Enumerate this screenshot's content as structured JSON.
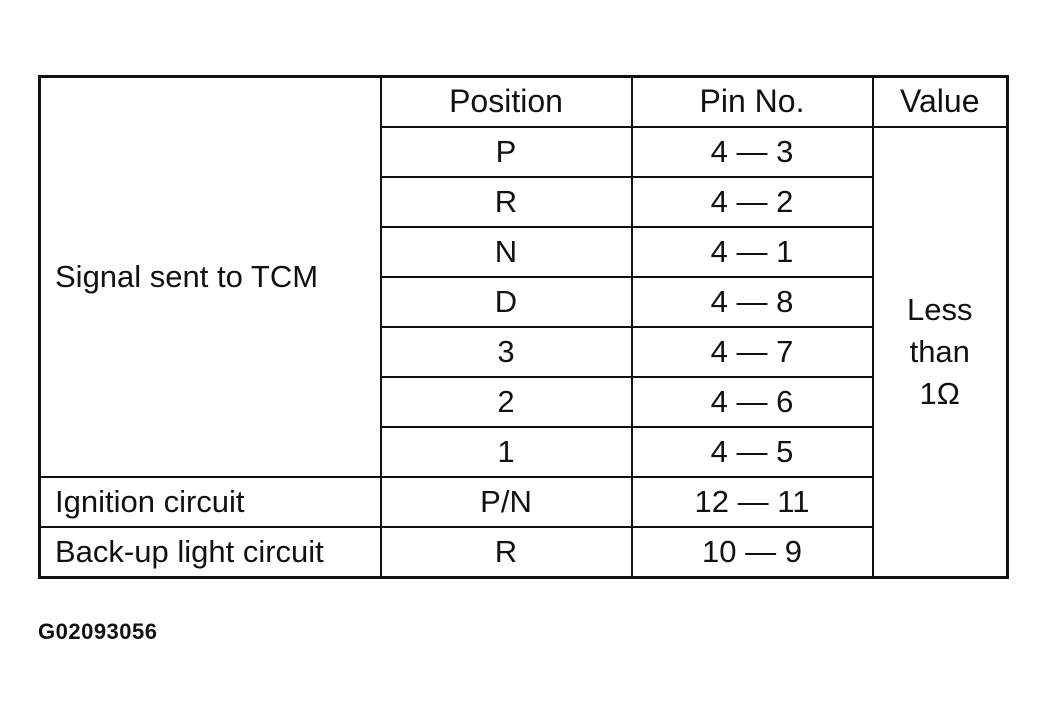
{
  "table": {
    "headers": {
      "position": "Position",
      "pin": "Pin No.",
      "value": "Value"
    },
    "signal_label": "Signal sent to TCM",
    "signal_rows": [
      {
        "position": "P",
        "pin": "4 — 3"
      },
      {
        "position": "R",
        "pin": "4 — 2"
      },
      {
        "position": "N",
        "pin": "4 — 1"
      },
      {
        "position": "D",
        "pin": "4 — 8"
      },
      {
        "position": "3",
        "pin": "4 — 7"
      },
      {
        "position": "2",
        "pin": "4 — 6"
      },
      {
        "position": "1",
        "pin": "4 — 5"
      }
    ],
    "ignition": {
      "label": "Ignition circuit",
      "position": "P/N",
      "pin": "12 — 11"
    },
    "backup": {
      "label": "Back-up light circuit",
      "position": "R",
      "pin": "10 — 9"
    },
    "value_lines": [
      "Less",
      "than",
      "1Ω"
    ]
  },
  "figure_id": "G02093056"
}
